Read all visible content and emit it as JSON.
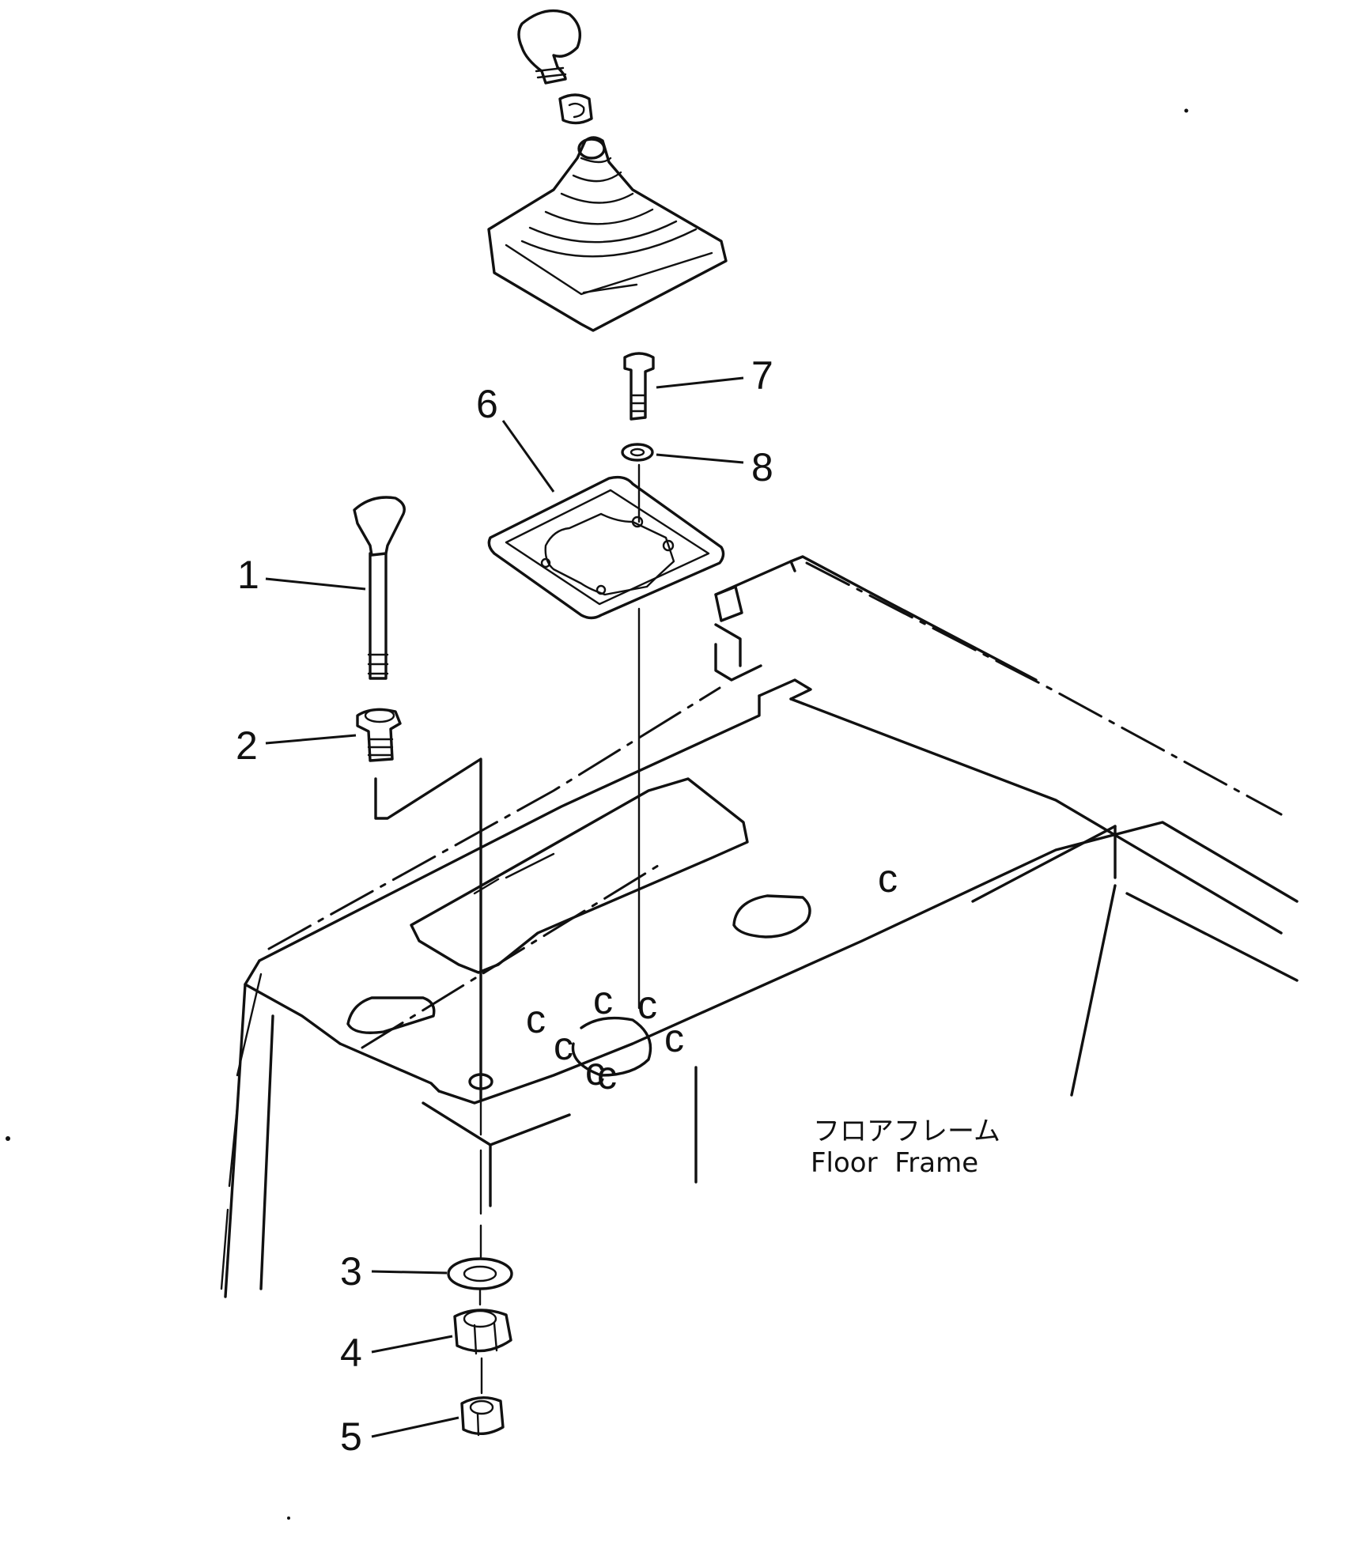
{
  "diagram": {
    "callouts": [
      {
        "id": "1",
        "label": "1"
      },
      {
        "id": "2",
        "label": "2"
      },
      {
        "id": "3",
        "label": "3"
      },
      {
        "id": "4",
        "label": "4"
      },
      {
        "id": "5",
        "label": "5"
      },
      {
        "id": "6",
        "label": "6"
      },
      {
        "id": "7",
        "label": "7"
      },
      {
        "id": "8",
        "label": "8"
      }
    ],
    "caption": {
      "japanese": "フロアフレーム",
      "english": "Floor  Frame"
    }
  }
}
